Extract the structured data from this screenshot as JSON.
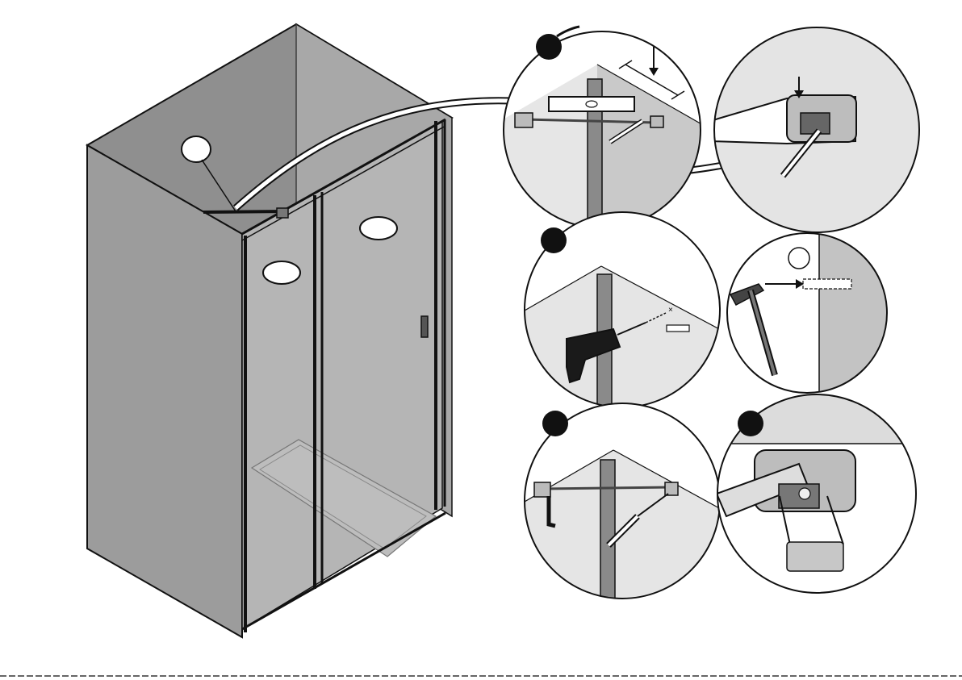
{
  "page": {
    "background": "#ffffff",
    "ink_color": "#111111",
    "enclosure_gray": "#9a9a9a",
    "wall_gray": "#c9c9c9",
    "light_wall_gray": "#e3e3e3"
  },
  "main_illustration": {
    "callout_labels": [
      "",
      "",
      ""
    ],
    "icons": [
      "shower-enclosure",
      "support-bar",
      "door-handle",
      "shower-tray"
    ]
  },
  "steps": [
    {
      "id": "step-a",
      "number_label": "",
      "icons": [
        "spirit-level-icon",
        "pencil-icon",
        "wall-bracket-icon"
      ]
    },
    {
      "id": "step-b",
      "number_label": "",
      "icons": [
        "pencil-icon",
        "bracket-detail-icon"
      ]
    },
    {
      "id": "step-c",
      "number_label": "",
      "icons": [
        "drill-icon",
        "wall-plug-icon"
      ]
    },
    {
      "id": "step-d",
      "number_label": "",
      "icons": [
        "hammer-icon",
        "wall-plug-icon"
      ]
    },
    {
      "id": "step-e",
      "number_label": "",
      "icons": [
        "allen-key-icon",
        "screwdriver-icon"
      ]
    },
    {
      "id": "step-f",
      "number_label": "",
      "icons": [
        "cover-cap-icon"
      ]
    }
  ],
  "bottom_rule": {
    "style": "dashed"
  }
}
